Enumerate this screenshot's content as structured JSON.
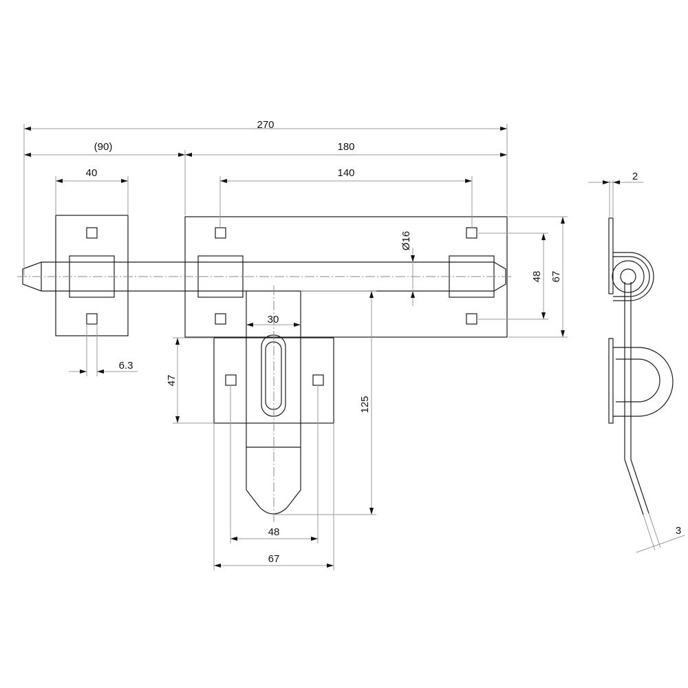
{
  "dimensions": {
    "overall_length": "270",
    "bolt_protrusion": "(90)",
    "main_plate_width": "180",
    "keep_plate_width": "40",
    "hole_spacing_top": "140",
    "bolt_diameter": "Ø16",
    "hole_spacing_vertical": "48",
    "plate_height": "67",
    "hole_size": "6.3",
    "tongue_width": "30",
    "keeper_height": "47",
    "tongue_length": "125",
    "keeper_hole_spacing": "48",
    "keeper_width": "67",
    "plate_thickness": "2",
    "rod_thickness": "3"
  }
}
